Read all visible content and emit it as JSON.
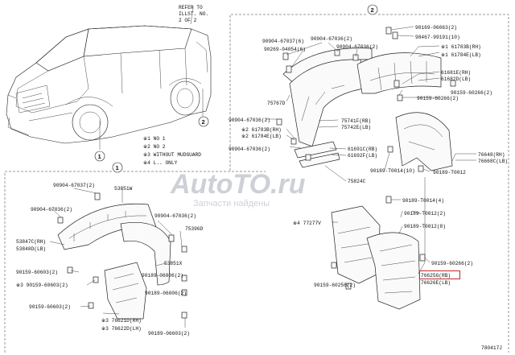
{
  "refer_note": [
    "REFER TO",
    "ILLST. NO.",
    "2 OF 2"
  ],
  "group_markers": [
    "1",
    "2"
  ],
  "notes": [
    "※1 NO 1",
    "※2 NO 2",
    "※3 WITHOUT MUDGUARD",
    "※4 L.. ONLY"
  ],
  "labels": {
    "l_90169_06063": "90169-06063(2)",
    "l_98467_99191": "98467-99191(10)",
    "l_90904_67037_2a": "90904-67037(6)",
    "l_90904_67036_top": "90904-67036(2)",
    "l_90269_04054": "90269-04054(6)",
    "l_90904_67036_mid": "90904-67036(2)",
    "l_61783B": "※1 61783B(RH)",
    "l_61784E": "※1 61784E(LB)",
    "l_61681E": "61681E(RH)",
    "l_61682D": "61682D(LB)",
    "l_90159_60266_r1": "90159-60266(2)",
    "l_90159_60266_r2": "90159-60266(2)",
    "l_75767D": "75767D",
    "l_90904_67036_b": "90904-67036(2)",
    "l_75741F": "75741F(RB)",
    "l_75742E": "75742E(LB)",
    "l_261783B": "※2 61783B(RH)",
    "l_261784E": "※2 61784E(LB)",
    "l_90904_67036_c": "90904-67036(2)",
    "l_61691C": "61691C(RB)",
    "l_61692F": "61692F(LB)",
    "l_76648": "76648(RH)",
    "l_76668C": "76668C(LB)",
    "l_90189_T0014": "90189-T0014(10)",
    "l_90189_T0012": "90189-T0012",
    "l_75824C": "75824C",
    "l_90904_67037_left": "90904-67037(2)",
    "l_53851W": "53851W",
    "l_90904_67036_left": "90904-67036(2)",
    "l_90904_67036_mid2": "90904-67036(2)",
    "l_53847C": "53847C(RH)",
    "l_53848D": "53848D(LB)",
    "l_75396D": "75396D",
    "l_90159_60603_a": "90159-60603(2)",
    "l_90159_60603_b": "※3 90159-60603(2)",
    "l_90159_60603_c": "90159-60603(2)",
    "l_53851X": "53851X",
    "l_90189_06006_a": "90189-06006(2)",
    "l_90189_06006_b": "90189-06006(2)",
    "l_76621D": "※3 76621D(RH)",
    "l_76622D": "※3 76622D(LH)",
    "l_90189_06603": "90189-06603(2)",
    "l_477277V": "※4 77277V",
    "l_90189_T0014_b": "90189-T0014(4)",
    "l_90189_T0012_b": "90189-T0012(2)",
    "l_90189_T0012_c": "90189-T0012(8)",
    "l_90159_60266_b": "90159-60266(2)",
    "l_90159_60256": "90159-60256(2)",
    "l_76625G": "76625G(RB)",
    "l_76626E": "76626E(LB)",
    "l_ref": "780417J"
  },
  "watermark": {
    "brand": "AutoTO.ru",
    "tagline": "Запчасти найдены"
  },
  "highlight_part": "76625G(RB)"
}
